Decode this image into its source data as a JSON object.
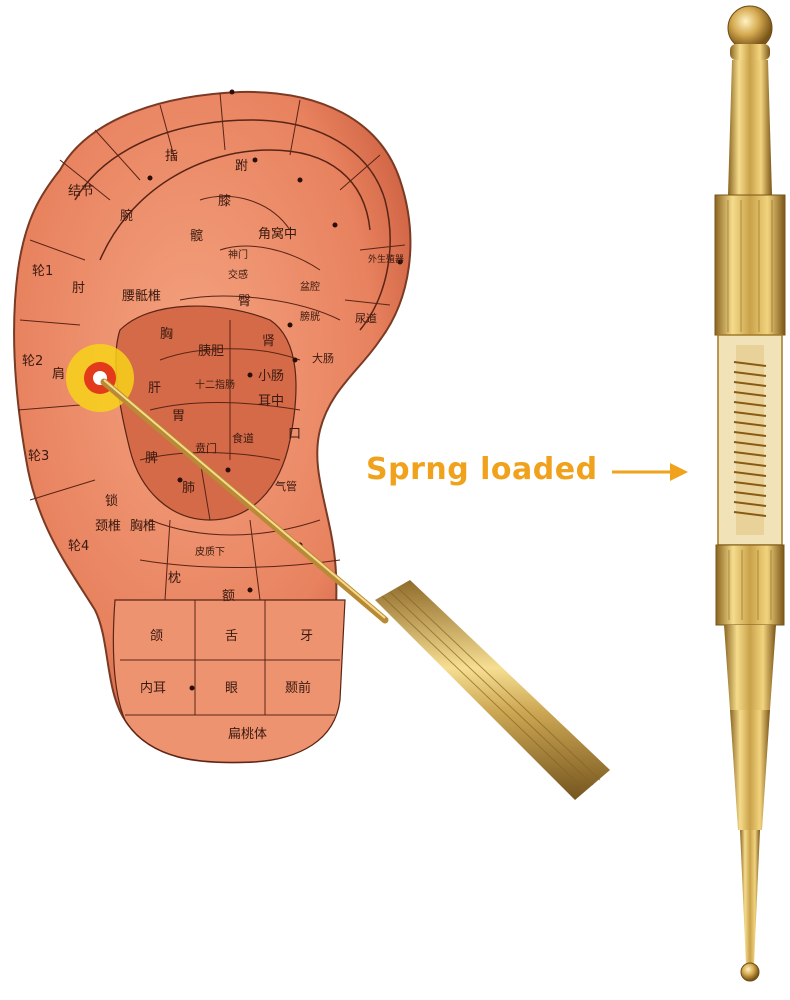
{
  "callout": {
    "text": "Sprng loaded",
    "color": "#f0a21c",
    "arrow_icon": "right-arrow-icon"
  },
  "ear_chart": {
    "skin_color": "#e8825f",
    "line_color": "#5a2416",
    "highlight_color": "#f7d21a",
    "labels": {
      "zhi": "指",
      "jienjie": "结节",
      "wan": "腕",
      "zhou": "肘",
      "lun1": "轮1",
      "lun2": "轮2",
      "lun3": "轮3",
      "lun4": "轮4",
      "jian": "肩",
      "suo": "锁",
      "yaodizhui": "腰骶椎",
      "xiong": "胸",
      "gan": "肝",
      "wei": "胃",
      "pi": "脾",
      "fei": "肺",
      "jingzhui": "颈椎",
      "xiongzhui": "胸椎",
      "kuan": "髋",
      "tun": "臀",
      "jiaowozhong": "角窝中",
      "shenmen": "神门",
      "pizhixia": "皮质下",
      "zhen": "枕",
      "e": "额",
      "she": "舌",
      "ya": "牙",
      "han": "颌",
      "neier": "内耳",
      "yan": "眼",
      "niequian": "颞前",
      "biantaoti": "扁桃体",
      "shen": "肾",
      "shierzhichang": "十二指肠",
      "xiaochang": "小肠",
      "dachang": "大肠",
      "erzhong": "耳中",
      "kou": "口",
      "shidao": "食道",
      "benmen": "贲门",
      "yidan": "胰胆",
      "pangguang": "膀胱",
      "niaodao": "尿道",
      "waishengzhiqi": "外生殖器",
      "qiguan": "气管",
      "fu": "跗",
      "xi": "膝",
      "jiaogan": "交感",
      "pengqiang": "盆腔"
    }
  },
  "acupen": {
    "metal_color": "#c9a24a"
  }
}
